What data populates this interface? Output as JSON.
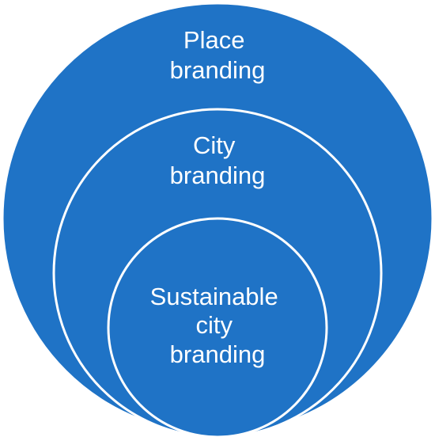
{
  "diagram": {
    "type": "nested-circles",
    "fill_color": "#1f73c6",
    "outline_color": "#ffffff",
    "circles": [
      {
        "level": 1,
        "lines": [
          "Place",
          "branding"
        ]
      },
      {
        "level": 2,
        "lines": [
          "City",
          "branding"
        ]
      },
      {
        "level": 3,
        "lines": [
          "Sustainable",
          "city",
          "branding"
        ]
      }
    ]
  }
}
